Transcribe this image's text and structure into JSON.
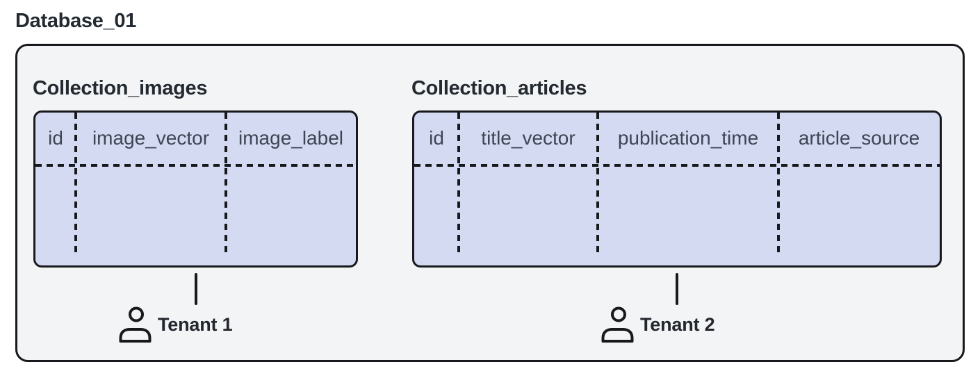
{
  "diagram": {
    "database_label": "Database_01",
    "collections": [
      {
        "title": "Collection_images",
        "columns": [
          "id",
          "image_vector",
          "image_label"
        ],
        "tenant": {
          "icon": "person-icon",
          "label": "Tenant 1"
        }
      },
      {
        "title": "Collection_articles",
        "columns": [
          "id",
          "title_vector",
          "publication_time",
          "article_source"
        ],
        "tenant": {
          "icon": "person-icon",
          "label": "Tenant 2"
        }
      }
    ],
    "colors": {
      "outer_fill": "#f3f4f5",
      "table_fill": "#d5daf3",
      "stroke": "#17191c",
      "title_text": "#242a31",
      "header_text": "#3e4554",
      "tenant_text": "#22272e"
    }
  }
}
